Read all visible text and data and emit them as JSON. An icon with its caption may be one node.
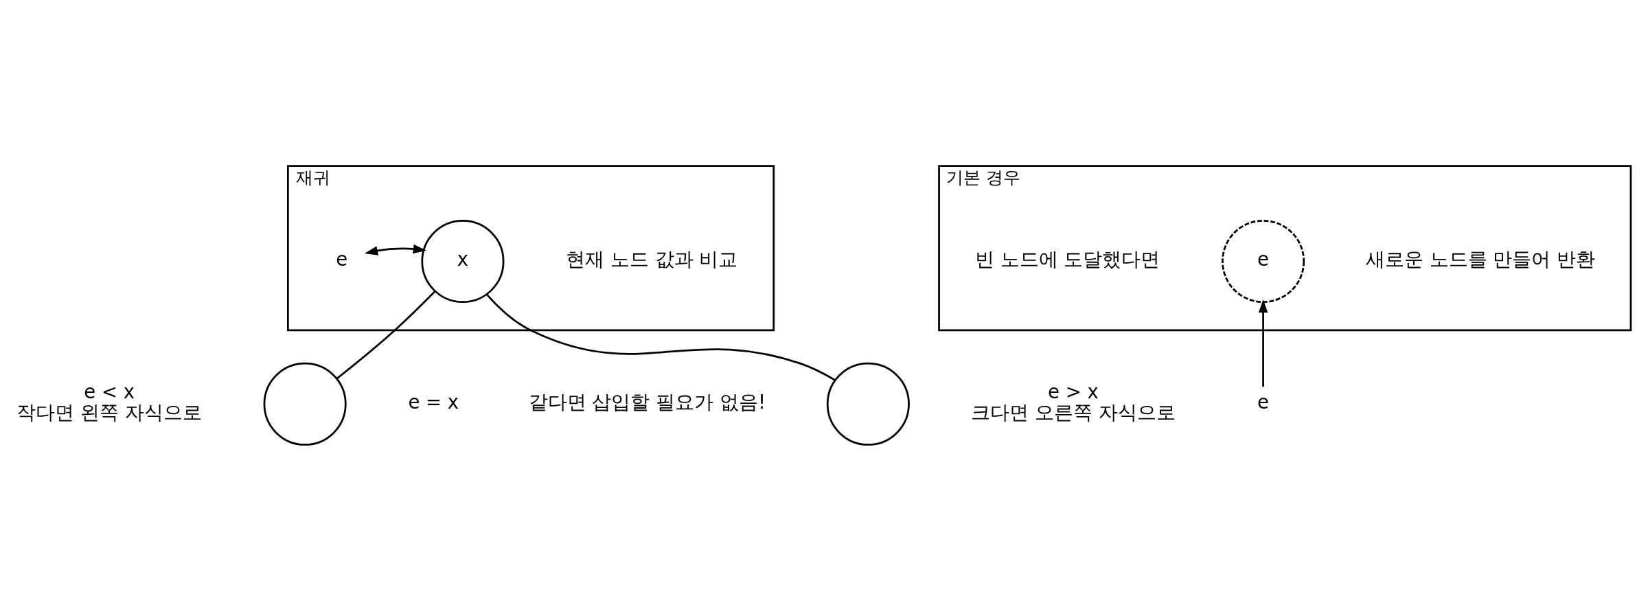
{
  "diagram": {
    "nodes": [
      {
        "text": [
          "재귀"
        ]
      },
      {
        "text": [
          "e"
        ],
        "in": 0
      },
      {
        "text": [
          "x"
        ],
        "in": 0,
        "beside": [
          "현재 노드 값과 비교"
        ]
      },
      {
        "text": [],
        "shape": "circle",
        "beside": [
          "e < x",
          "작다면 왼쪽 자식으로"
        ]
      },
      {
        "text": [],
        "shape": "circle",
        "beside": [
          "e > x",
          "크다면 오른쪽 자식으로"
        ]
      },
      {
        "text": [
          "기본 경우"
        ]
      },
      {
        "text": [
          "e"
        ],
        "in": 5,
        "beside": [
          "빈 노드에 도달했다면",
          "새로운 노드를 만들어 반환"
        ]
      },
      {
        "text": [
          "e"
        ]
      }
    ],
    "edges": [
      {
        "from": 1,
        "to": 2,
        "arrow": "both"
      },
      {
        "from": 2,
        "to": 3,
        "arrow": "none"
      },
      {
        "from": 2,
        "to": 4,
        "arrow": "none"
      },
      {
        "from": 7,
        "to": 6,
        "arrow": "to"
      }
    ],
    "labels": [
      "e = x",
      "같다면 삽입할 필요가 없음!"
    ]
  }
}
